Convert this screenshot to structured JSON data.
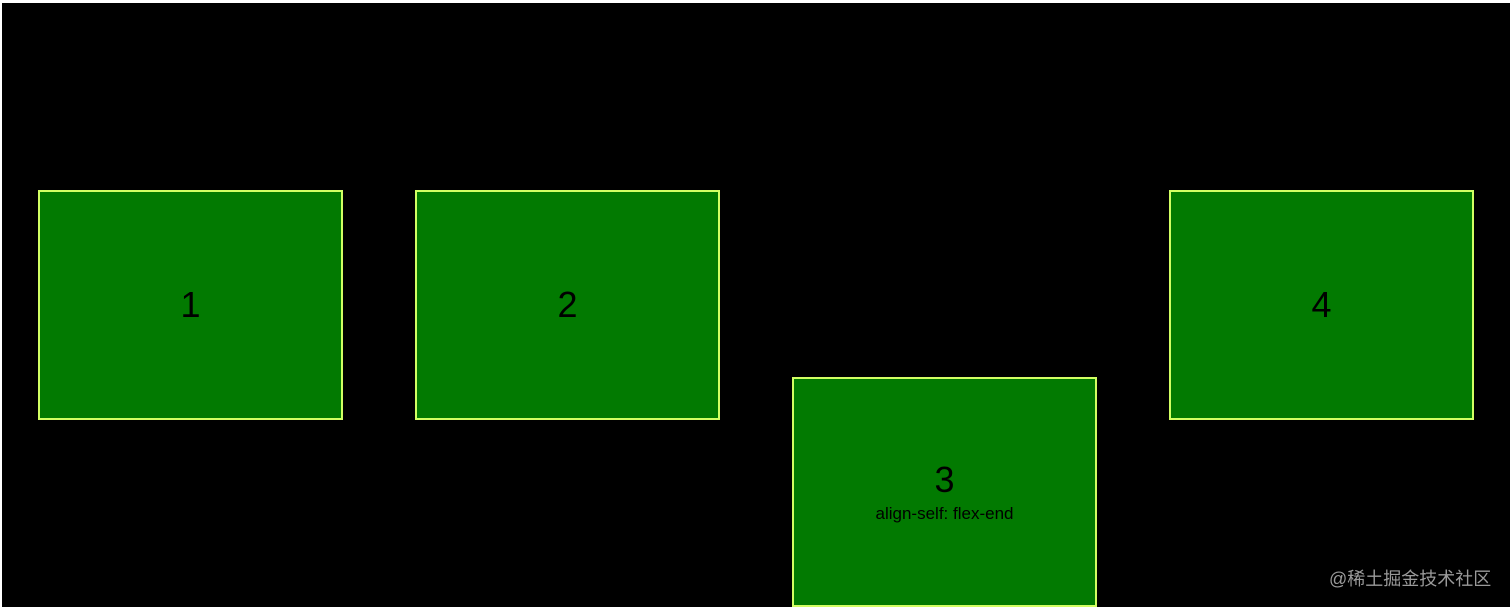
{
  "items": [
    {
      "number": "1",
      "note": ""
    },
    {
      "number": "2",
      "note": ""
    },
    {
      "number": "3",
      "note": "align-self: flex-end"
    },
    {
      "number": "4",
      "note": ""
    }
  ],
  "watermark": "@稀土掘金技术社区",
  "colors": {
    "background": "#000000",
    "item_fill": "#027a01",
    "item_border": "#d2ff63",
    "text": "#000000",
    "watermark": "#9a9a9a"
  }
}
